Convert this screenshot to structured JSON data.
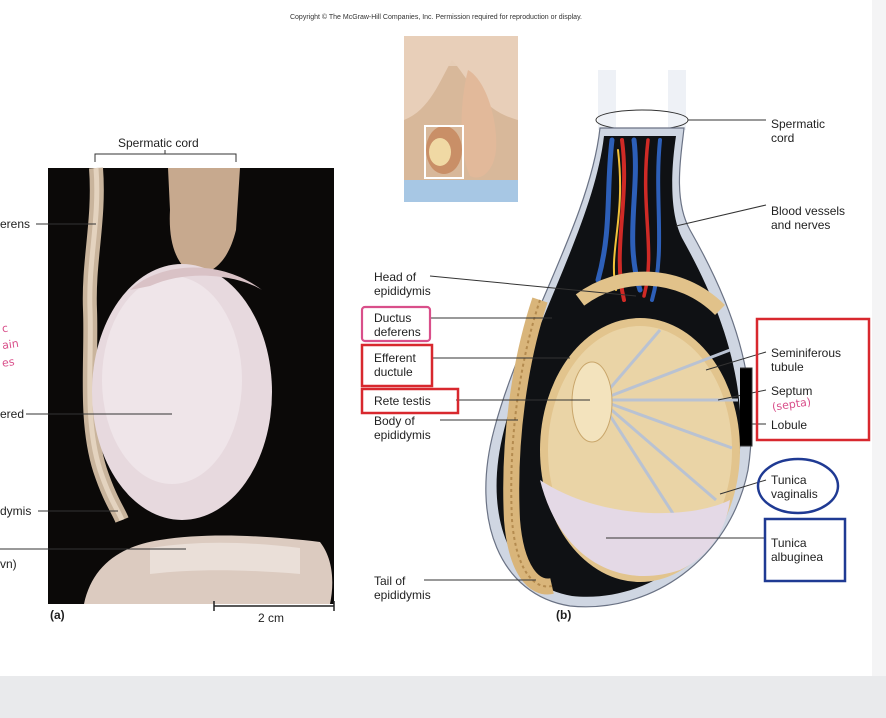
{
  "copyright": "Copyright © The McGraw-Hill Companies, Inc. Permission required for reproduction or display.",
  "photo_panel": {
    "top_bracket_label": "Spermatic cord",
    "left_cut_labels": [
      "erens",
      "ered",
      "dymis",
      "vn)"
    ],
    "panel_letter": "(a)",
    "scale_label": "2 cm"
  },
  "diagram_panel": {
    "panel_letter": "(b)",
    "center_labels": [
      "Head of\nepididymis",
      "Ductus\ndeferens",
      "Efferent\nductule",
      "Rete testis",
      "Body of\nepididymis",
      "Tail of\nepididymis"
    ],
    "right_labels": [
      "Spermatic\ncord",
      "Blood vessels\nand nerves",
      "Seminiferous\ntubule",
      "Septum",
      "Lobule",
      "Tunica\nvaginalis",
      "Tunica\nalbuginea"
    ]
  },
  "annotations": {
    "septum_note": "(septa)",
    "left_margin_note": [
      "c",
      "ain",
      "es"
    ]
  },
  "colors": {
    "red_box": "#d8282e",
    "blue_box": "#1f3a93",
    "pink_box": "#d94f8a",
    "photo_bg": "#0b0908",
    "tubule_tan": "#d9b57a"
  }
}
